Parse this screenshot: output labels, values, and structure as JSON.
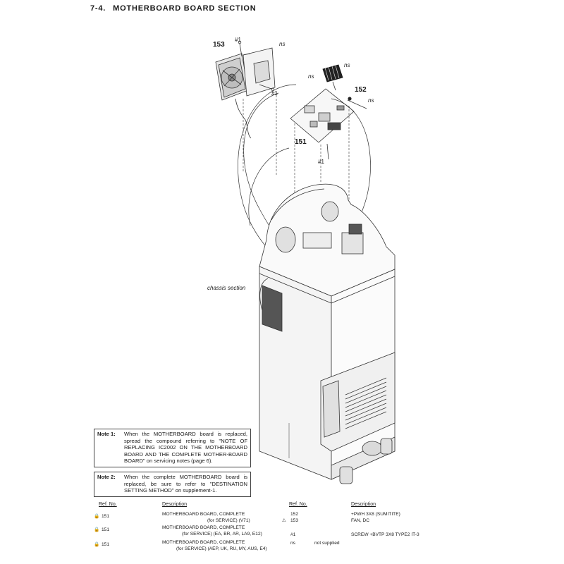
{
  "section": {
    "number": "7-4.",
    "title": "MOTHERBOARD BOARD SECTION"
  },
  "callouts": {
    "fan_ref": "153",
    "fan_screw_top": "#1",
    "fan_screw_side": "#1",
    "fan_bracket_ns": "ns",
    "heatsink_ns": "ns",
    "board_ns": "ns",
    "screw_ref": "152",
    "cable_ns": "ns",
    "board_ref": "151",
    "board_screw": "#1",
    "chassis": "chassis section"
  },
  "notes": [
    {
      "label": "Note 1:",
      "text": "When the MOTHERBOARD board is replaced, spread the compound referring to \"NOTE OF REPLACING IC2002 ON THE MOTHERBOARD BOARD AND THE COMPLETE MOTHER-BOARD BOARD\" on servicing notes (page 6)."
    },
    {
      "label": "Note 2:",
      "text": "When the complete MOTHERBOARD board is replaced, be sure to refer to \"DESTINATION SETTING METHOD\" on supplement-1."
    }
  ],
  "parts_table": {
    "headers": {
      "ref": "Ref. No.",
      "description": "Description"
    },
    "left": [
      {
        "ref": "151",
        "line1": "MOTHERBOARD BOARD, COMPLETE",
        "line2": "(for SERVICE) (V71)"
      },
      {
        "ref": "151",
        "line1": "MOTHERBOARD BOARD, COMPLETE",
        "line2": "(for SERVICE) (EA, BR, AR, LA9, E12)"
      },
      {
        "ref": "151",
        "line1": "MOTHERBOARD BOARD, COMPLETE",
        "line2": "(for SERVICE)  (AEP, UK, RU, MY, AUS, E4)"
      }
    ],
    "right": [
      {
        "ref": "152",
        "description": "+PWH 3X8 (SUMITITE)"
      },
      {
        "ref": "153",
        "description": "FAN, DC"
      },
      {
        "ref": "#1",
        "description": "SCREW +BVTP 3X8 TYPE2 IT-3"
      },
      {
        "ref": "ns",
        "description": "not supplied"
      }
    ]
  }
}
